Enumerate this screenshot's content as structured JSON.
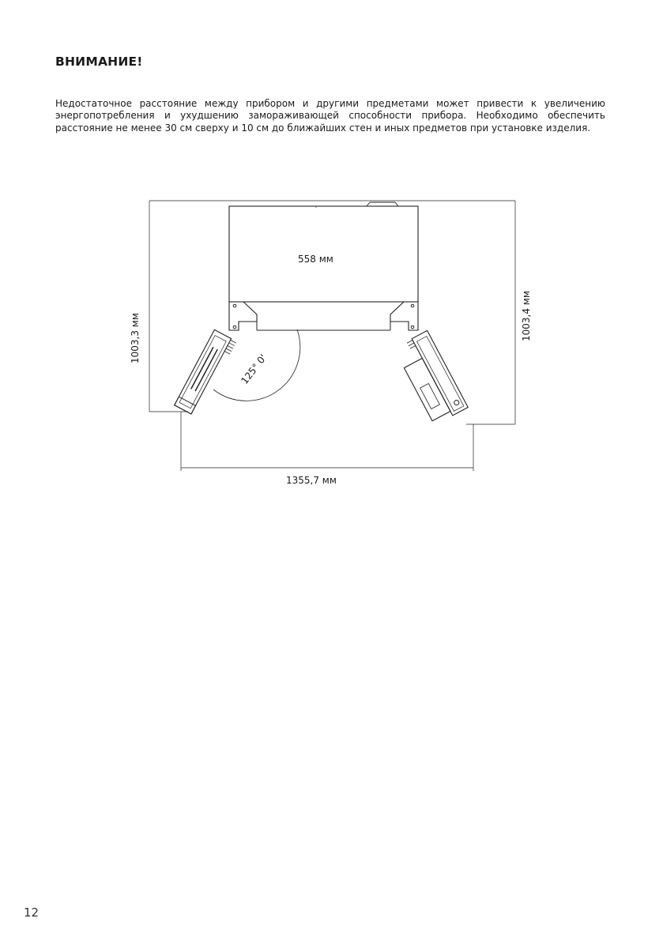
{
  "heading": "ВНИМАНИЕ!",
  "paragraph": "Недостаточное расстояние между прибором и другими предметами может привести к увеличению энергопотребления и ухудшению замораживающей способности прибора. Необходимо обеспечить расстояние не менее 30 см сверху и 10 см до ближайших стен и иных предметов при установке изделия.",
  "diagram": {
    "width_label": "558 мм",
    "left_depth_label": "1003,3 мм",
    "right_depth_label": "1003,4 мм",
    "total_width_label": "1355,7 мм",
    "angle_label": "125° 0'"
  },
  "page_number": "12"
}
